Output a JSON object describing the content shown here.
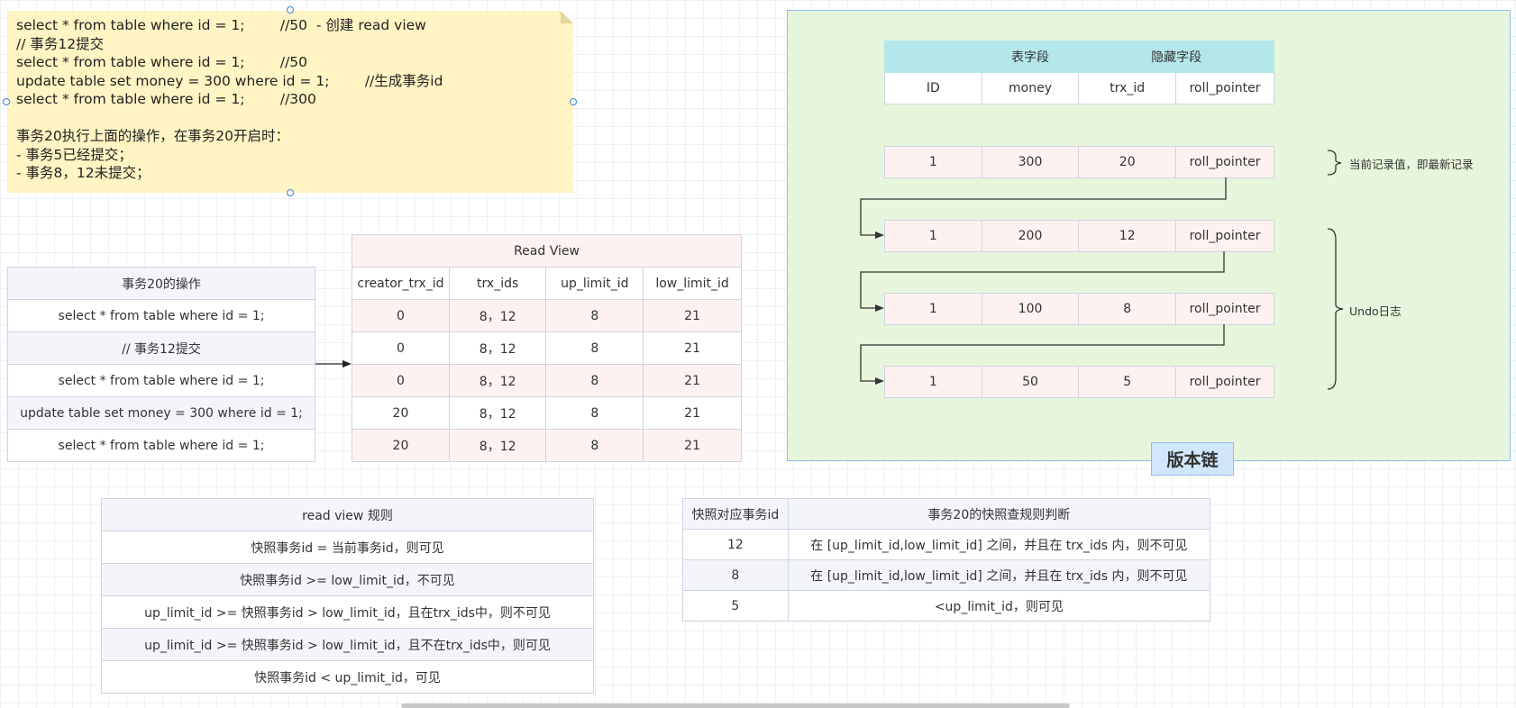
{
  "note": {
    "lines": [
      "select * from table where id = 1;        //50  - 创建 read view",
      "// 事务12提交",
      "select * from table where id = 1;        //50",
      "update table set money = 300 where id = 1;        //生成事务id",
      "select * from table where id = 1;        //300",
      "",
      "事务20执行上面的操作，在事务20开启时：",
      "- 事务5已经提交；",
      "- 事务8，12未提交；"
    ]
  },
  "ops": {
    "header": "事务20的操作",
    "rows": [
      "select * from table where id = 1;",
      "// 事务12提交",
      "select * from table where id = 1;",
      "update table set money = 300 where id = 1;",
      "select * from table where id = 1;"
    ]
  },
  "readview": {
    "title": "Read View",
    "columns": [
      "creator_trx_id",
      "trx_ids",
      "up_limit_id",
      "low_limit_id"
    ],
    "rows": [
      [
        "0",
        "8，12",
        "8",
        "21"
      ],
      [
        "0",
        "8，12",
        "8",
        "21"
      ],
      [
        "0",
        "8，12",
        "8",
        "21"
      ],
      [
        "20",
        "8，12",
        "8",
        "21"
      ],
      [
        "20",
        "8，12",
        "8",
        "21"
      ]
    ]
  },
  "version_chain": {
    "header_table_fields": "表字段",
    "header_hidden_fields": "隐藏字段",
    "columns": [
      "ID",
      "money",
      "trx_id",
      "roll_pointer"
    ],
    "records": [
      [
        "1",
        "300",
        "20",
        "roll_pointer"
      ],
      [
        "1",
        "200",
        "12",
        "roll_pointer"
      ],
      [
        "1",
        "100",
        "8",
        "roll_pointer"
      ],
      [
        "1",
        "50",
        "5",
        "roll_pointer"
      ]
    ],
    "current_label": "当前记录值，即最新记录",
    "undo_label": "Undo日志",
    "badge": "版本链"
  },
  "rules": {
    "header": "read view 规则",
    "rows": [
      "快照事务id = 当前事务id，则可见",
      "快照事务id >= low_limit_id，不可见",
      "up_limit_id >= 快照事务id > low_limit_id，且在trx_ids中，则不可见",
      "up_limit_id >= 快照事务id > low_limit_id，且不在trx_ids中，则可见",
      "快照事务id < up_limit_id，可见"
    ]
  },
  "judge": {
    "col1": "快照对应事务id",
    "col2": "事务20的快照查规则判断",
    "rows": [
      [
        "12",
        "在 [up_limit_id,low_limit_id] 之间，并且在 trx_ids 内，则不可见"
      ],
      [
        "8",
        "在 [up_limit_id,low_limit_id] 之间，并且在 trx_ids 内，则不可见"
      ],
      [
        "5",
        "<up_limit_id，则可见"
      ]
    ]
  }
}
